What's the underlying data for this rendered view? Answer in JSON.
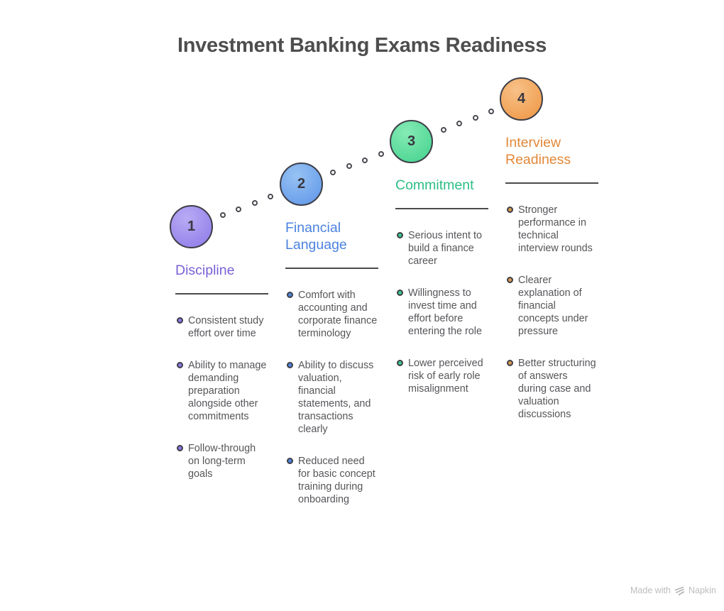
{
  "title": "Investment Banking Exams Readiness",
  "footer": {
    "made_with": "Made with",
    "brand": "Napkin"
  },
  "steps": [
    {
      "number": "1",
      "label": "Discipline",
      "accent_color": "#7a61d6",
      "circle_top_color": "#b9abf4",
      "circle_bottom_color": "#8c79e8",
      "bullet_dot_color": "#8c79e8",
      "bullets": [
        "Consistent study effort over time",
        "Ability to manage demanding preparation alongside other commitments",
        "Follow-through on long-term goals"
      ]
    },
    {
      "number": "2",
      "label": "Financial Language",
      "accent_color": "#4b82e0",
      "circle_top_color": "#97c2f3",
      "circle_bottom_color": "#5d95e9",
      "bullet_dot_color": "#4d86dd",
      "bullets": [
        "Comfort with accounting and corporate finance terminology",
        "Ability to discuss valuation, financial statements, and transactions clearly",
        "Reduced need for basic concept training during onboarding"
      ]
    },
    {
      "number": "3",
      "label": "Commitment",
      "accent_color": "#2dbd85",
      "circle_top_color": "#86ebb6",
      "circle_bottom_color": "#41d18c",
      "bullet_dot_color": "#3cc98b",
      "bullets": [
        "Serious intent to build a finance career",
        "Willingness to invest time and effort before entering the role",
        "Lower perceived risk of early role misalignment"
      ]
    },
    {
      "number": "4",
      "label": "Interview Readiness",
      "accent_color": "#e3883a",
      "circle_top_color": "#f7c189",
      "circle_bottom_color": "#ef9540",
      "bullet_dot_color": "#d79a52",
      "bullets": [
        "Stronger performance in technical interview rounds",
        "Clearer explanation of financial concepts under pressure",
        "Better structuring of answers during case and valuation discussions"
      ]
    }
  ]
}
